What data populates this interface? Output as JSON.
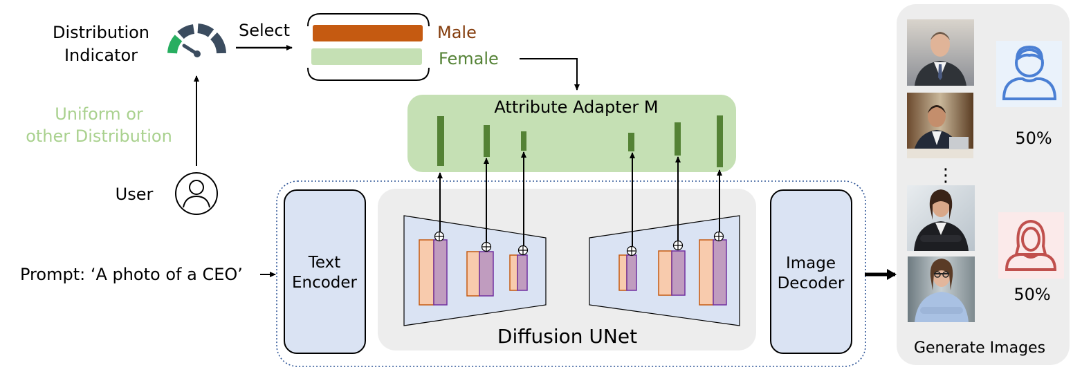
{
  "labels": {
    "distribution_line1": "Distribution",
    "distribution_line2": "Indicator",
    "select": "Select",
    "uniform_line1": "Uniform or",
    "uniform_line2": "other Distribution",
    "user": "User",
    "prompt": "Prompt: ‘A photo of a CEO’",
    "attribute_adapter": "Attribute Adapter M",
    "text_encoder_line1": "Text",
    "text_encoder_line2": "Encoder",
    "diffusion_unet": "Diffusion UNet",
    "image_decoder_line1": "Image",
    "image_decoder_line2": "Decoder",
    "generate_images": "Generate Images",
    "male_percent": "50%",
    "female_percent": "50%",
    "ellipsis": "⋮"
  },
  "attribute_options": [
    {
      "label": "Male",
      "bar_color": "#c55a11",
      "text_color": "#843c0c"
    },
    {
      "label": "Female",
      "bar_color": "#c5e0b4",
      "text_color": "#548235"
    }
  ],
  "colors": {
    "adapter_green": "#c5e0b4",
    "adapter_bar": "#548235",
    "encoder_fill": "#dae3f3",
    "unet_bg": "#ededed",
    "feature_orange": "#f8cbad",
    "feature_orange_stroke": "#c55a11",
    "feature_purple": "#c09cbf",
    "feature_purple_stroke": "#7030a0",
    "gauge_dark": "#3b4c5f",
    "gauge_green": "#27ae60",
    "male_icon": "#4a7fd4",
    "female_icon": "#c0504d",
    "uniform_text": "#a9d18e",
    "dotted_border": "#2f5597"
  },
  "icons": [
    "gauge-icon",
    "user-icon",
    "male-avatar-icon",
    "female-avatar-icon"
  ]
}
